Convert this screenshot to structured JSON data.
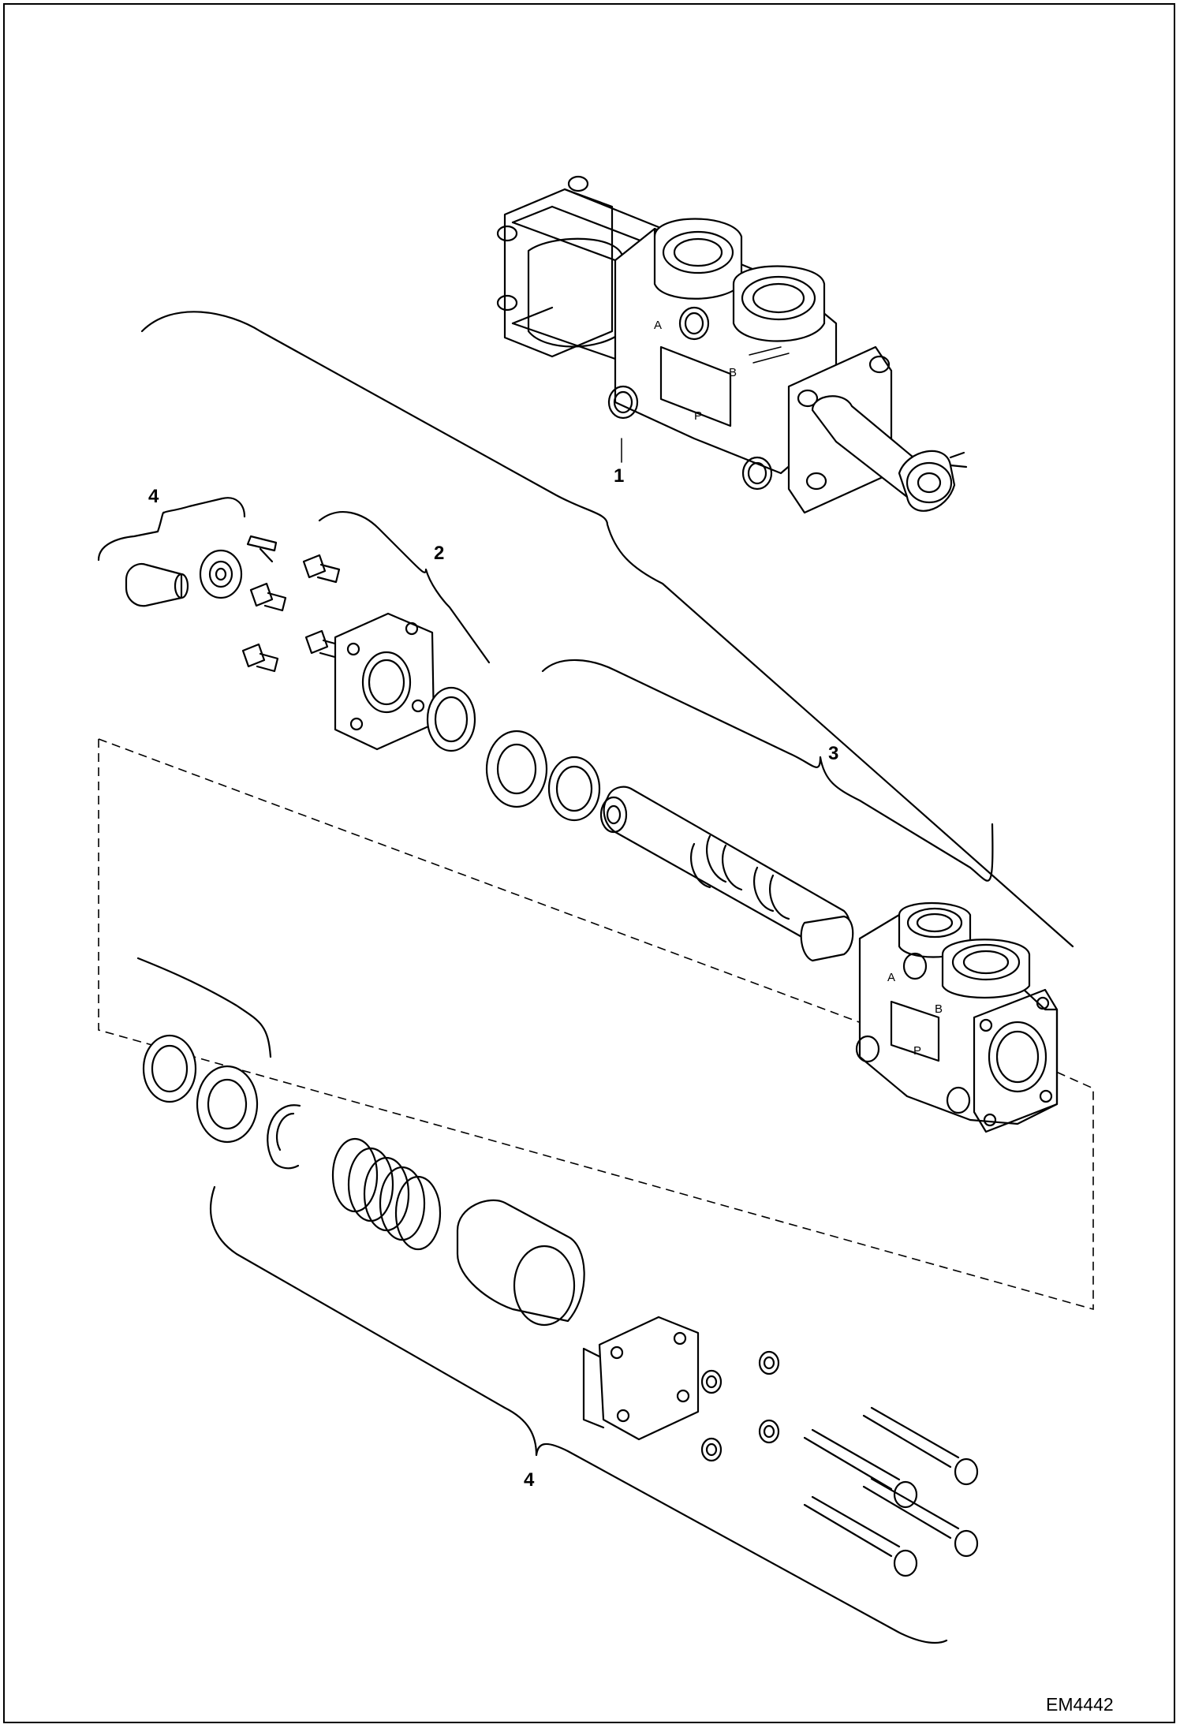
{
  "callouts": {
    "item_1": "1",
    "item_2": "2",
    "item_3": "3",
    "item_4_top": "4",
    "item_4_bottom": "4"
  },
  "port_labels": {
    "assembly": {
      "a": "A",
      "b": "B",
      "p": "P"
    },
    "body": {
      "a": "A",
      "b": "B",
      "p": "P"
    }
  },
  "figure_number": "EM4442"
}
